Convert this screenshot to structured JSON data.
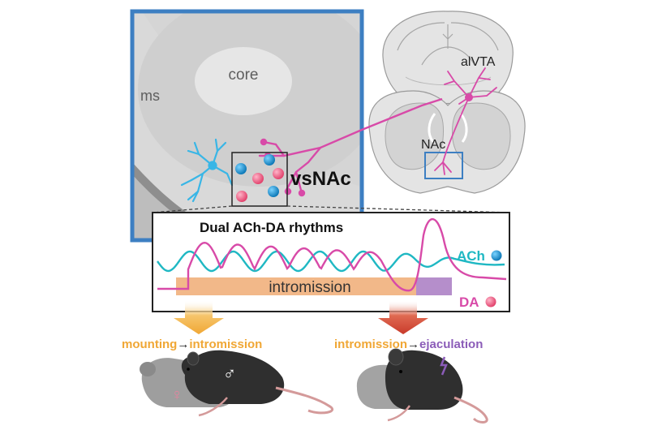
{
  "brain_zoom": {
    "label_core": "core",
    "label_ms": "ms",
    "label_region": "vsNAc"
  },
  "atlas": {
    "label_vta": "alVTA",
    "label_nac": "NAc"
  },
  "rhythm_panel": {
    "title": "Dual ACh-DA rhythms",
    "bar_label": "intromission",
    "legend_ach": "ACh",
    "legend_da": "DA"
  },
  "behavior": {
    "left_from": "mounting",
    "left_to": "intromission",
    "right_from": "intromission",
    "right_to": "ejaculation",
    "arrow_glyph": "→",
    "male_symbol": "♂",
    "female_symbol": "♀"
  },
  "colors": {
    "ach": "#1fb8c3",
    "da": "#d84aa8",
    "intromission_bar": "#f2b889",
    "ejaculation_bar": "#b58ecb",
    "panel_border": "#3d7fc2",
    "arrow_orange": "#f0a735",
    "arrow_red": "#c83a2b",
    "text_orange": "#f0a735",
    "text_purple": "#8b5cb8"
  }
}
